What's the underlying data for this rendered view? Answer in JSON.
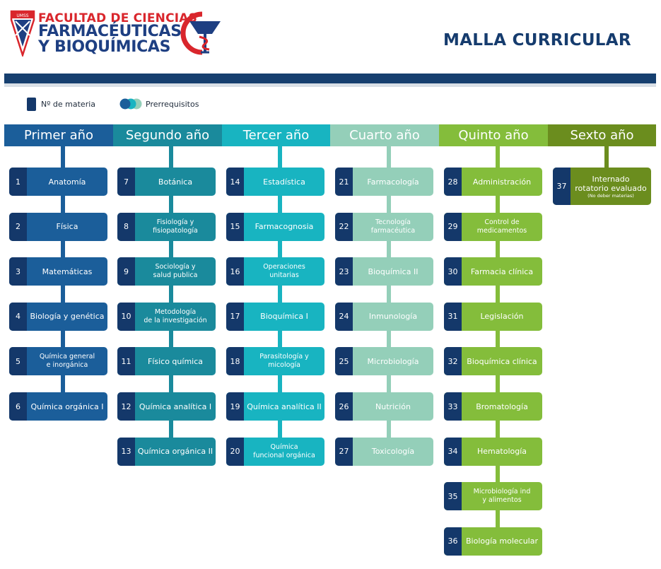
{
  "header": {
    "logo_line1": "FACULTAD DE CIENCIAS",
    "logo_line2": "FARMACÉUTICAS",
    "logo_line3": "Y BIOQUÍMICAS",
    "logo_seal_text": "UMSS",
    "title": "MALLA CURRICULAR"
  },
  "legend": {
    "number_label": "Nº de materia",
    "prereq_label": "Prerrequisitos"
  },
  "colors": {
    "navy": "#163f6f",
    "number_dark": "#14386a",
    "year1": "#1b5e9a",
    "year2": "#1a8a9c",
    "year3": "#18b4c1",
    "year4": "#94cfb9",
    "year5": "#84bd3b",
    "year6": "#6b8d1e"
  },
  "years": [
    {
      "label": "Primer año",
      "courses": [
        {
          "num": "1",
          "name": "Anatomía"
        },
        {
          "num": "2",
          "name": "Física"
        },
        {
          "num": "3",
          "name": "Matemáticas"
        },
        {
          "num": "4",
          "name": "Biología y genética"
        },
        {
          "num": "5",
          "name": "Química general\ne inorgánica"
        },
        {
          "num": "6",
          "name": "Química orgánica I"
        }
      ]
    },
    {
      "label": "Segundo año",
      "courses": [
        {
          "num": "7",
          "name": "Botánica"
        },
        {
          "num": "8",
          "name": "Fisiología y\nfisiopatología"
        },
        {
          "num": "9",
          "name": "Sociología y\nsalud publica"
        },
        {
          "num": "10",
          "name": "Metodología\nde la investigación"
        },
        {
          "num": "11",
          "name": "Físico química"
        },
        {
          "num": "12",
          "name": "Química analítica I"
        },
        {
          "num": "13",
          "name": "Química orgánica II"
        }
      ]
    },
    {
      "label": "Tercer año",
      "courses": [
        {
          "num": "14",
          "name": "Estadística"
        },
        {
          "num": "15",
          "name": "Farmacognosia"
        },
        {
          "num": "16",
          "name": "Operaciones\nunitarias"
        },
        {
          "num": "17",
          "name": "Bioquímica I"
        },
        {
          "num": "18",
          "name": "Parasitología y\nmicología"
        },
        {
          "num": "19",
          "name": "Química analítica II"
        },
        {
          "num": "20",
          "name": "Química\nfuncional orgánica"
        }
      ]
    },
    {
      "label": "Cuarto año",
      "courses": [
        {
          "num": "21",
          "name": "Farmacología"
        },
        {
          "num": "22",
          "name": "Tecnología\nfarmacéutica"
        },
        {
          "num": "23",
          "name": "Bioquímica II"
        },
        {
          "num": "24",
          "name": "Inmunología"
        },
        {
          "num": "25",
          "name": "Microbiología"
        },
        {
          "num": "26",
          "name": "Nutrición"
        },
        {
          "num": "27",
          "name": "Toxicología"
        }
      ]
    },
    {
      "label": "Quinto año",
      "courses": [
        {
          "num": "28",
          "name": "Administración"
        },
        {
          "num": "29",
          "name": "Control de\nmedicamentos"
        },
        {
          "num": "30",
          "name": "Farmacia clínica"
        },
        {
          "num": "31",
          "name": "Legislación"
        },
        {
          "num": "32",
          "name": "Bioquímica clínica"
        },
        {
          "num": "33",
          "name": "Bromatología"
        },
        {
          "num": "34",
          "name": "Hematología"
        },
        {
          "num": "35",
          "name": "Microbiología ind\ny alimentos"
        },
        {
          "num": "36",
          "name": "Biología molecular"
        }
      ]
    },
    {
      "label": "Sexto año",
      "courses": [
        {
          "num": "37",
          "name": "Internado\nrotatorio evaluado",
          "note": "(No deber materias)"
        }
      ]
    }
  ]
}
